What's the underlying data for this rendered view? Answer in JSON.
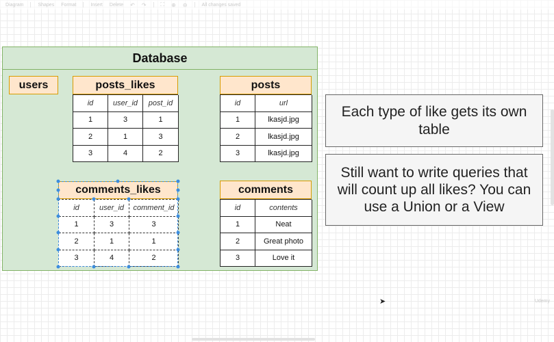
{
  "toolbar": {
    "items": [
      "Diagram",
      "Shapes",
      "Format",
      "Insert",
      "Delete"
    ],
    "extra": "All changes saved"
  },
  "database": {
    "title": "Database"
  },
  "tables": {
    "users": {
      "title": "users"
    },
    "posts_likes": {
      "title": "posts_likes",
      "columns": [
        "id",
        "user_id",
        "post_id"
      ],
      "rows": [
        [
          "1",
          "3",
          "1"
        ],
        [
          "2",
          "1",
          "3"
        ],
        [
          "3",
          "4",
          "2"
        ]
      ]
    },
    "posts": {
      "title": "posts",
      "columns": [
        "id",
        "url"
      ],
      "rows": [
        [
          "1",
          "lkasjd.jpg"
        ],
        [
          "2",
          "lkasjd.jpg"
        ],
        [
          "3",
          "lkasjd.jpg"
        ]
      ]
    },
    "comments_likes": {
      "title": "comments_likes",
      "columns": [
        "id",
        "user_id",
        "comment_id"
      ],
      "rows": [
        [
          "1",
          "3",
          "3"
        ],
        [
          "2",
          "1",
          "1"
        ],
        [
          "3",
          "4",
          "2"
        ]
      ]
    },
    "comments": {
      "title": "comments",
      "columns": [
        "id",
        "contents"
      ],
      "rows": [
        [
          "1",
          "Neat"
        ],
        [
          "2",
          "Great photo"
        ],
        [
          "3",
          "Love it"
        ]
      ]
    }
  },
  "notes": {
    "note1": "Each type of like gets its own table",
    "note2": "Still want to write queries that will count up all likes? You can use a Union or a View"
  },
  "watermark": "Udemy",
  "colors": {
    "container_fill": "#d5e8d4",
    "container_stroke": "#82b366",
    "header_fill": "#ffe6cc",
    "header_stroke": "#d79b00",
    "selection": "#3c8dde",
    "note_fill": "#f5f5f5"
  }
}
